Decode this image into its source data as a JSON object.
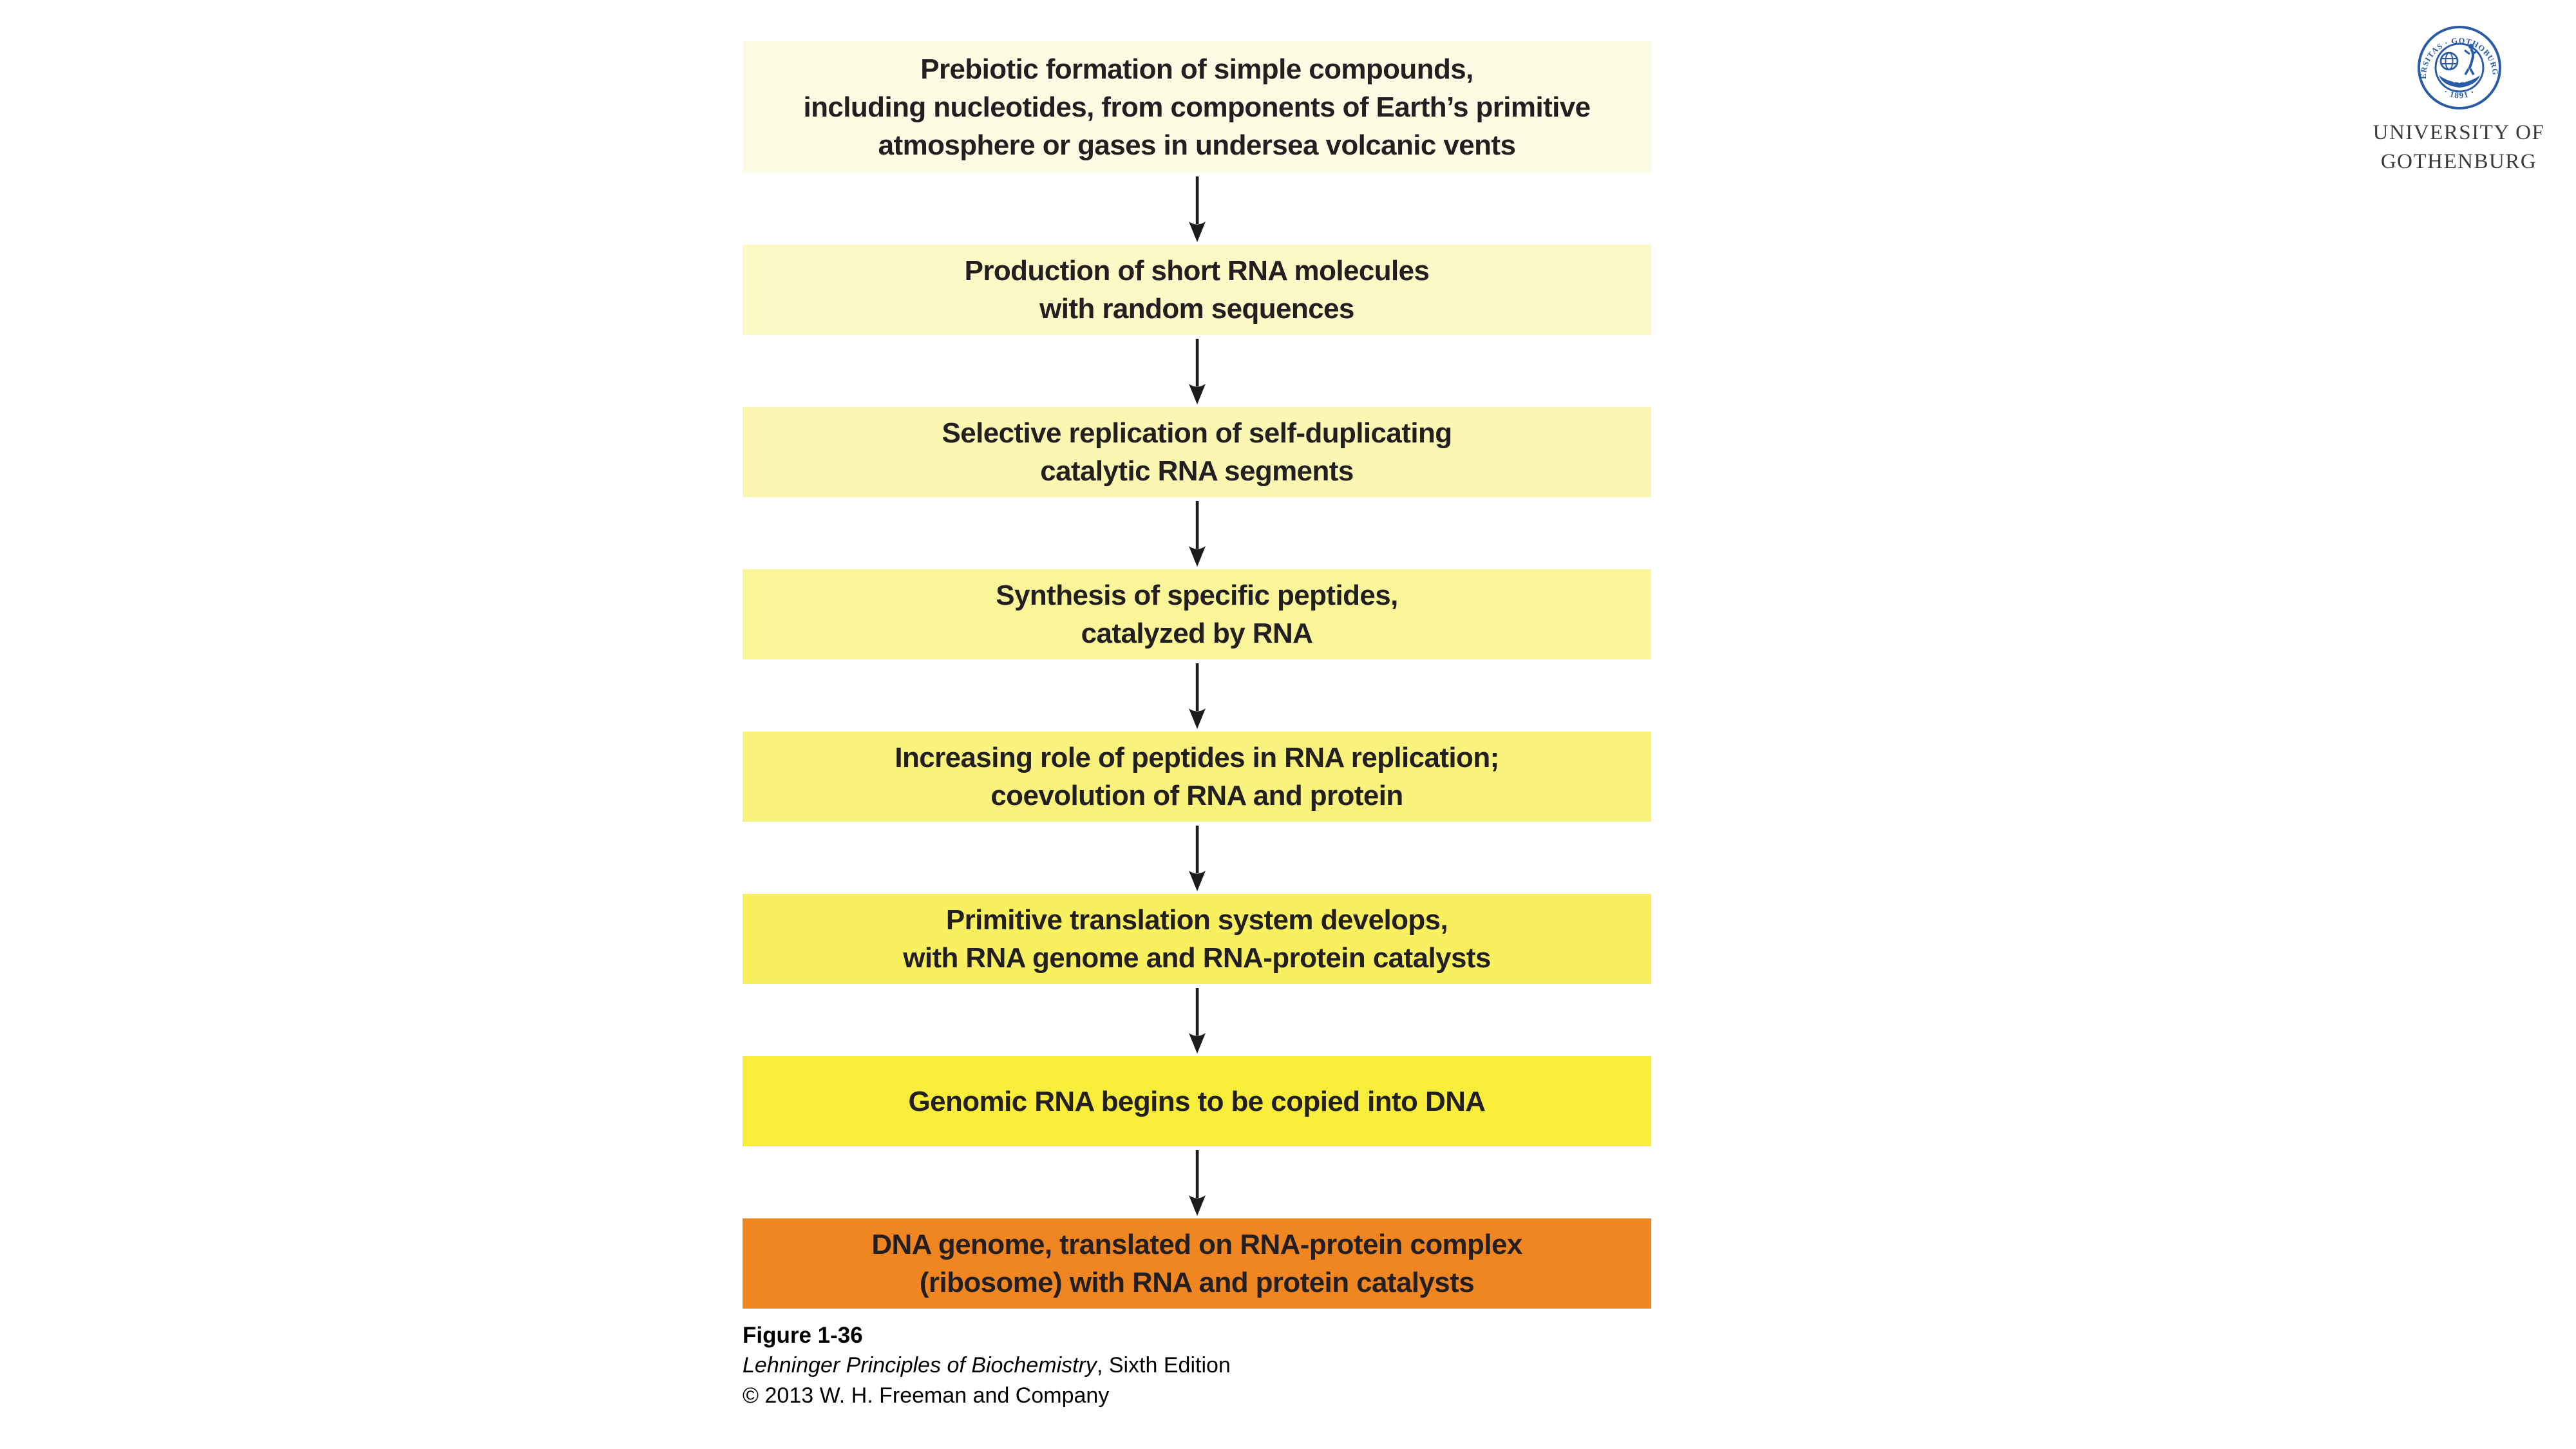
{
  "slide": {
    "background": "#ffffff"
  },
  "flowchart": {
    "text_color": "#231f20",
    "arrow_color": "#1c1c1c",
    "steps": [
      {
        "lines": [
          "Prebiotic formation of simple compounds,",
          "including nucleotides, from components of Earth’s primitive",
          "atmosphere or gases in undersea volcanic vents"
        ],
        "color": "#fcfbe4"
      },
      {
        "lines": [
          "Production of short RNA molecules",
          "with random sequences"
        ],
        "color": "#fcf9c6"
      },
      {
        "lines": [
          "Selective replication of self-duplicating",
          "catalytic RNA segments"
        ],
        "color": "#fbf7b2"
      },
      {
        "lines": [
          "Synthesis of specific peptides,",
          "catalyzed by RNA"
        ],
        "color": "#faf599"
      },
      {
        "lines": [
          "Increasing role of peptides in RNA replication;",
          "coevolution of RNA and protein"
        ],
        "color": "#f9f27c"
      },
      {
        "lines": [
          "Primitive translation system develops,",
          "with RNA genome and RNA-protein catalysts"
        ],
        "color": "#f8f05e"
      },
      {
        "lines": [
          "Genomic RNA begins to be copied into DNA"
        ],
        "color": "#f8ed3b"
      },
      {
        "lines": [
          "DNA genome, translated on RNA-protein complex",
          "(ribosome) with RNA and protein catalysts"
        ],
        "color": "#ef8621"
      }
    ]
  },
  "caption": {
    "figure_label": "Figure 1-36",
    "book_title": "Lehninger Principles of Biochemistry",
    "edition": ", Sixth Edition",
    "copyright": "© 2013 W. H. Freeman and Company",
    "text_color": "#000000"
  },
  "logo": {
    "seal_ring_text": "UNIVERSITAS · GOTHOBURGENSIS",
    "seal_year": "· 1891 ·",
    "seal_color": "#2a5ca6",
    "wordmark_line1": "UNIVERSITY OF",
    "wordmark_line2": "GOTHENBURG",
    "wordmark_color": "#3b3b3d"
  }
}
